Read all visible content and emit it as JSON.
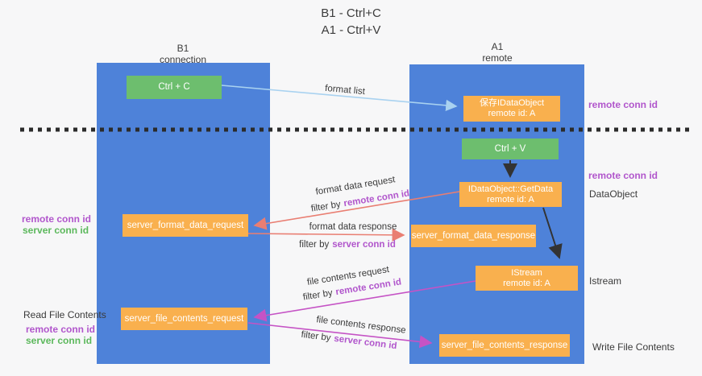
{
  "title": {
    "line1": "B1 - Ctrl+C",
    "line2": "A1 - Ctrl+V"
  },
  "columns": {
    "left": {
      "name": "B1",
      "role": "connection"
    },
    "right": {
      "name": "A1",
      "role": "remote"
    }
  },
  "boxes": {
    "ctrl_c": "Ctrl + C",
    "ctrl_v": "Ctrl + V",
    "save_dataobject": {
      "line1": "保存IDataObject",
      "line2": "remote id: A"
    },
    "getdata": {
      "line1": "IDataObject::GetData",
      "line2": "remote id: A"
    },
    "istream": {
      "line1": "IStream",
      "line2": "remote id: A"
    },
    "format_request": "server_format_data_request",
    "format_response": "server_format_data_response",
    "file_request": "server_file_contents_request",
    "file_response": "server_file_contents_response"
  },
  "flow_labels": {
    "format_list": "format list",
    "format_data_request": "format data request",
    "format_data_response": "format data response",
    "file_contents_request": "file contents request",
    "file_contents_response": "file contents response",
    "filter_by": "filter by"
  },
  "terms": {
    "remote_conn_id": "remote conn id",
    "server_conn_id": "server conn id"
  },
  "side_labels": {
    "dataobject": "DataObject",
    "istream": "Istream",
    "read_file_contents": "Read File Contents",
    "write_file_contents": "Write File Contents"
  },
  "colors": {
    "column_blue": "#4e82d9",
    "box_green": "#6dbe6e",
    "box_orange": "#f9b04e",
    "purple_text": "#b156cc",
    "green_text": "#5cb85c",
    "arrow_light_blue": "#a9d2f0",
    "arrow_salmon": "#e97e72",
    "arrow_magenta": "#c553c5",
    "arrow_black": "#333333",
    "dashed_divider": "#2b2b2b",
    "background": "#f7f7f8"
  }
}
